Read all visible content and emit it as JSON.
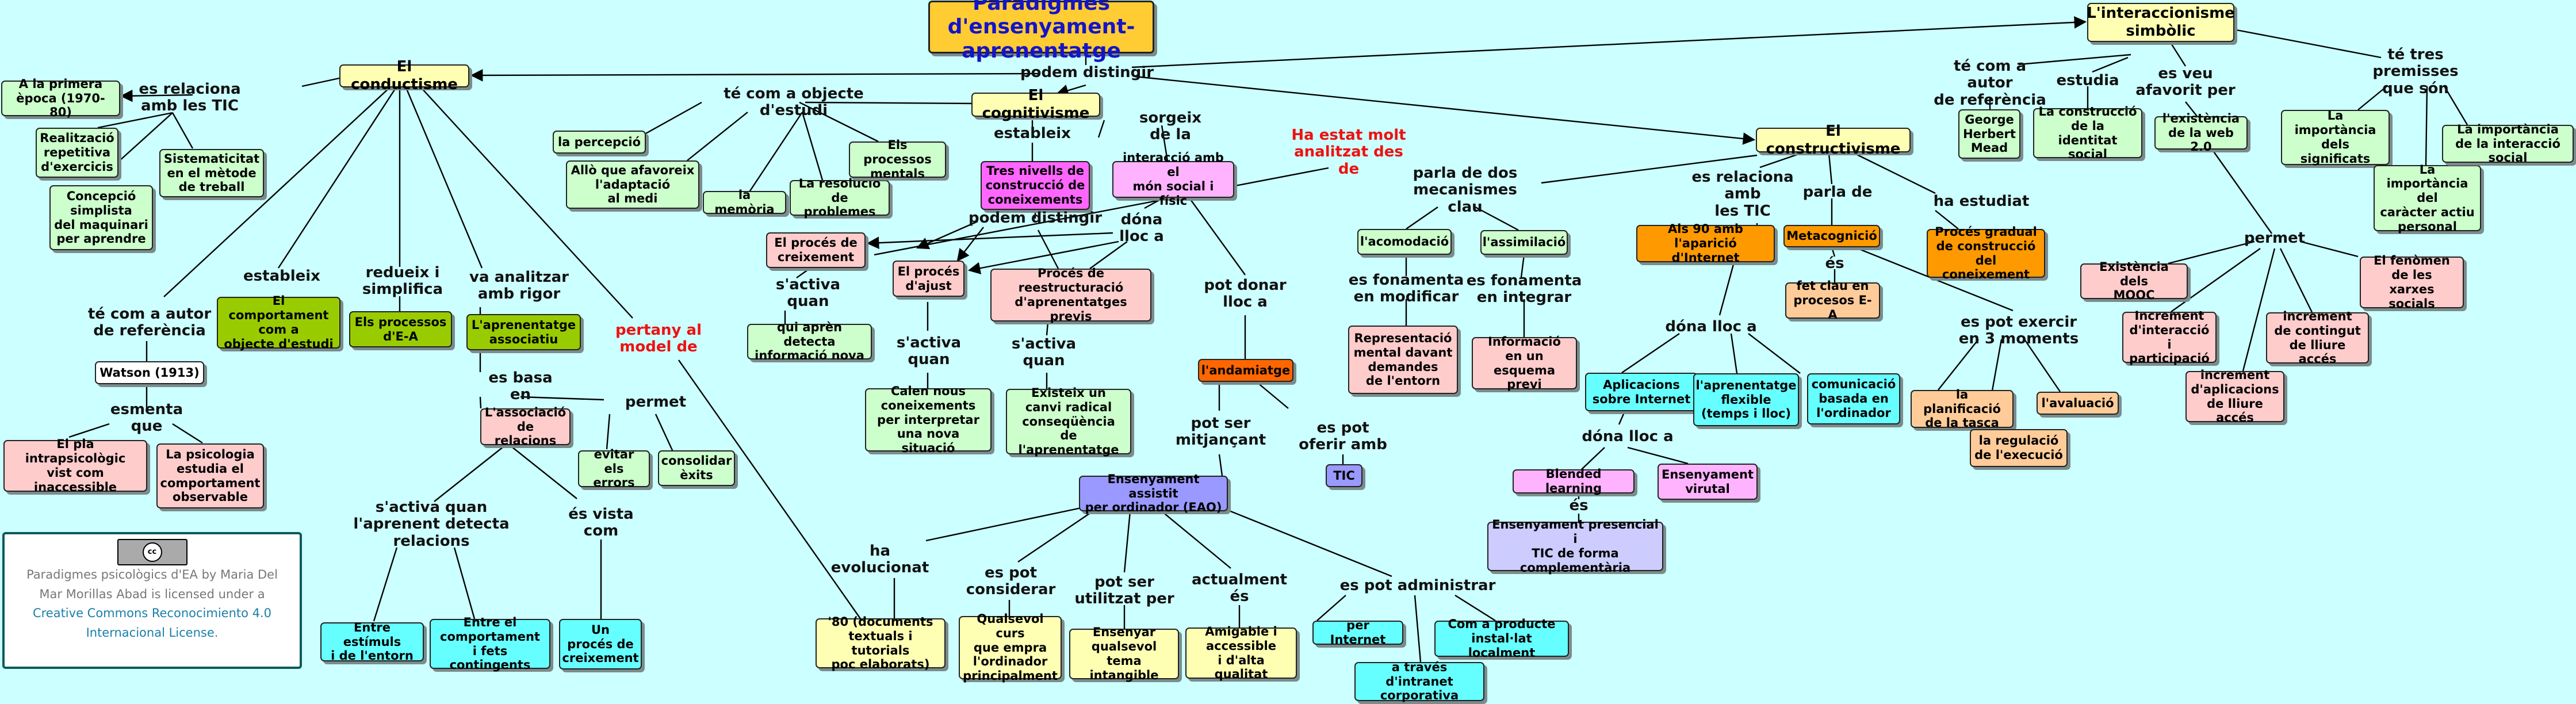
{
  "nodes": {
    "title": "Paradigmes\nd'ensenyament-aprenentatge",
    "conductisme": "El conductisme",
    "cognitivisme": "El cognitivisme",
    "constructivisme": "El constructivisme",
    "interaccionisme": "L'interaccionisme\nsimbòlic",
    "primera_epoca": "A la primera\nèpoca (1970-80)",
    "realitzacio": "Realització\nrepetitiva\nd'exercicis",
    "sistematicitat": "Sistematicitat\nen el mètode\nde treball",
    "concepcio": "Concepció\nsimplista\ndel maquinari\nper aprendre",
    "comportament_objecte": "El comportament\ncom a\nobjecte d'estudi",
    "processos_ea": "Els processos\nd'E-A",
    "laprenentatge_assoc": "L'aprenentatge\nassociatiu",
    "watson": "Watson (1913)",
    "pla_intra": "El pla intrapsicològic\nvist com\ninaccessible",
    "psicologia": "La psicologia\nestudia el\ncomportament\nobservable",
    "associacio": "L'associació\nde relacions",
    "evitar": "evitar els\nerrors",
    "consolidar": "consolidar\nèxits",
    "estimuls": "Entre estímuls\ni de l'entorn",
    "comportament_fets": "Entre el\ncomportament\ni fets contingents",
    "proces_creixement_b": "Un\nprocés de\ncreixement",
    "percepcio": "la percepció",
    "allo": "Allò que afavoreix\nl'adaptació\nal medi",
    "memoria": "la memòria",
    "resolucio": "La resolució\nde problemes",
    "processos_mentals": "Els processos\nmentals",
    "tres_nivells": "Tres nivells de\nconstrucció de\nconeixements",
    "interaccio_mon": "interacció amb el\nmón social i físic",
    "proces_creixement": "El procés de\ncreixement",
    "proces_ajust": "El procés\nd'ajust",
    "reestructuracio": "Procés de\nreestructuració\nd'aprenentatges previs",
    "qui_apren": "qui aprèn detecta\ninformació nova",
    "calen": "Calen nous\nconeixements\nper interpretar\nuna nova situació",
    "existeix": "Existeix un\ncanvi radical\nconseqüència\nde l'aprenentatge",
    "andamiatge": "l'andamiatge",
    "tic": "TIC",
    "eao": "Ensenyament assistit\nper ordinador (EAO)",
    "vuitanta": "'80 (documents\ntextuals i tutorials\npoc elaborats)",
    "qualsevol_curs": "Qualsevol curs\nque empra\nl'ordinador\nprincipalment",
    "ensenyar": "Ensenyar\nqualsevol\ntema intangible",
    "amigable": "Amigable i\naccessible\ni d'alta qualitat",
    "per_internet": "per Internet",
    "com_producte": "Com a producte\ninstal·lat localment",
    "intranet": "a través d'intranet\ncorporativa",
    "acomodacio": "l'acomodació",
    "assimilacio": "l'assimilació",
    "representacio": "Representació\nmental davant\ndemandes\nde l'entorn",
    "informacio": "Informació\nen un\nesquema previ",
    "anys90": "Als 90 amb\nl'aparició d'Internet",
    "metacognicio": "Metacognició",
    "proces_gradual": "Procés gradual\nde construcció\ndel coneixement",
    "fet_clau": "fet clau en\nprocesos E-A",
    "aplicacions": "Aplicacions\nsobre Internet",
    "aprenentatge_flexible": "l'aprenentatge\nflexible\n(temps i lloc)",
    "comunicacio": "comunicació\nbasada en\nl'ordinador",
    "planificacio": "la planificació\nde la tasca",
    "avaluacio": "l'avaluació",
    "regulacio": "la regulació\nde l'execució",
    "blended": "Blended learning",
    "virtual": "Ensenyament\nvirutal",
    "presencial": "Ensenyament presencial i\nTIC de forma\ncomplementària",
    "mead": "George\nHerbert\nMead",
    "construccio_social": "La construcció\nde la\nidentitat social",
    "web20": "l'existència\nde la web 2.0",
    "importancia_sign": "La importància\ndels\nsignificats",
    "importancia_actiu": "La importància\ndel\ncaràcter actiu\npersonal",
    "importancia_inter": "La importància\nde la interacció social",
    "mooc": "Existència dels\nMOOC",
    "increment_interaccio": "Increment\nd'interacció\ni participació",
    "increment_contingut": "increment\nde contingut\nde lliure accés",
    "increment_aplicacions": "increment\nd'aplicacions\nde lliure accés",
    "xarxes": "El fenòmen\nde les\nxarxes socials"
  },
  "links": {
    "podem_distingir": "podem distingir",
    "es_relaciona_tic": "es relaciona\namb les TIC",
    "te_com_objecte": "té com a objecte d'estudi",
    "estableix_cog": "estableix",
    "sorgeix": "sorgeix\nde la",
    "podem_distingir2": "podem distingir",
    "dona_lloc_cog": "dóna\nlloc a",
    "sactiva1": "s'activa\nquan",
    "sactiva2": "s'activa\nquan",
    "sactiva3": "s'activa\nquan",
    "pot_donar": "pot donar\nlloc a",
    "ha_estat": "Ha estat molt\nanalitzat des de",
    "pertany": "pertany al\nmodel de",
    "estableix_con": "estableix",
    "redueix": "redueix i\nsimplifica",
    "va_analitzar": "va analitzar\namb rigor",
    "te_autor_con": "té com a autor\nde referència",
    "esmenta": "esmenta que",
    "es_basa": "es basa en",
    "permet_con": "permet",
    "sactiva_aprenent": "s'activa quan\nl'aprenent detecta\nrelacions",
    "es_vista": "és vista\ncom",
    "pot_ser_mitjancant": "pot ser\nmitjançant",
    "es_pot_oferir": "es pot\noferir amb",
    "ha_evolucionat": "ha\nevolucionat",
    "es_pot_considerar": "es pot\nconsiderar",
    "pot_ser_utilitzat": "pot ser\nutilitzat per",
    "actualment": "actualment\nés",
    "es_pot_administrar": "es pot administrar",
    "parla_dos": "parla de dos\nmecanismes clau",
    "fonamenta_modificar": "es fonamenta\nen modificar",
    "fonamenta_integrar": "es fonamenta\nen integrar",
    "es_relaciona_tic2": "es relaciona\namb\nles TIC",
    "parla_de": "parla de",
    "ha_estudiat": "ha estudiat",
    "es_meta": "és",
    "es_pot_exercir": "es pot exercir\nen 3 moments",
    "dona_lloc_tic": "dóna lloc a",
    "dona_lloc_apl": "dóna lloc a",
    "es_blended": "és",
    "te_autor_int": "té com a autor\nde referència",
    "estudia": "estudia",
    "es_veu": "es veu\nafavorit per",
    "te_tres": "té tres premisses\nque són",
    "permet_web": "permet"
  },
  "license": {
    "cc_badge": "cc",
    "line1": "Paradigmes psicològics d'EA by Maria Del",
    "line2": "Mar Morillas Abad is licensed under a",
    "link1": "Creative Commons Reconocimiento 4.0",
    "link2": "Internacional License",
    "tail": "."
  }
}
